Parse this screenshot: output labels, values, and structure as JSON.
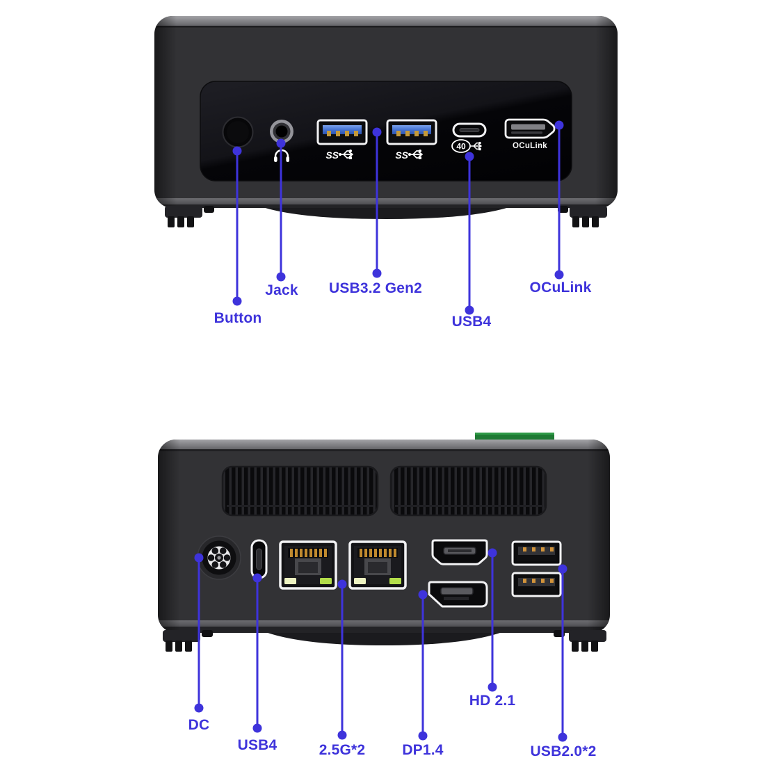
{
  "theme": {
    "accent": "#3e33db",
    "background": "#ffffff",
    "device_body": "#323235",
    "front_panel": "#08080b",
    "usb3_blue": "#3a66c9",
    "lan_led_left": "#edf3c2",
    "lan_led_right": "#b3dd4a",
    "pcb_green": "#1f7a34",
    "port_bezel": "#f2f2f4",
    "pin_gold": "#c59a38",
    "pin_orange": "#d2933a"
  },
  "front": {
    "view": "front-panel-view",
    "icons": {
      "jack": "headphone-icon",
      "usb3": "superspeed-trident-icon",
      "usb4": "40-trident-icon"
    },
    "printed": {
      "ss": "SS",
      "usb4_badge": "40",
      "oculink": "OCuLink"
    },
    "callouts": [
      {
        "id": "button",
        "label": "Button"
      },
      {
        "id": "jack",
        "label": "Jack"
      },
      {
        "id": "usb32",
        "label": "USB3.2 Gen2"
      },
      {
        "id": "usb4",
        "label": "USB4"
      },
      {
        "id": "oculink",
        "label": "OCuLink"
      }
    ]
  },
  "rear": {
    "view": "rear-panel-view",
    "callouts": [
      {
        "id": "dc",
        "label": "DC"
      },
      {
        "id": "usb4",
        "label": "USB4"
      },
      {
        "id": "lan",
        "label": "2.5G*2"
      },
      {
        "id": "dp",
        "label": "DP1.4"
      },
      {
        "id": "hdmi",
        "label": "HD 2.1"
      },
      {
        "id": "usb2",
        "label": "USB2.0*2"
      }
    ]
  }
}
